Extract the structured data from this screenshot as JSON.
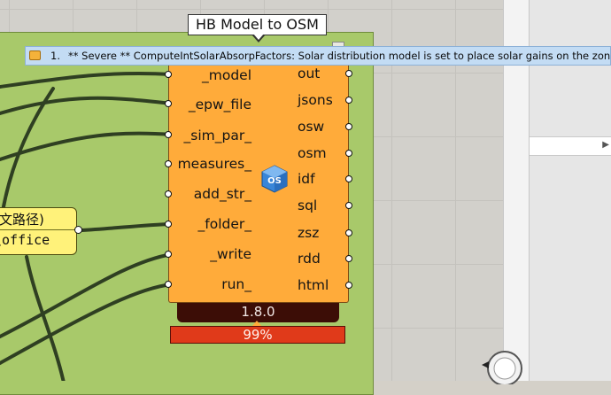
{
  "component": {
    "tooltip_title": "HB Model to OSM",
    "inputs": [
      "_model",
      "_epw_file",
      "_sim_par_",
      "measures_",
      "add_str_",
      "_folder_",
      "_write",
      "run_"
    ],
    "outputs": [
      "out",
      "jsons",
      "osw",
      "osm",
      "idf",
      "sql",
      "zsz",
      "rdd",
      "html"
    ],
    "version": "1.8.0",
    "progress_label": "99%",
    "progress_value": 0.99,
    "icon": "openstudio-icon"
  },
  "warning": {
    "number": "1.",
    "text": "** Severe  ** ComputeIntSolarAbsorpFactors: Solar distribution model is set to place solar gains on the zone floor,",
    "icon": "warning-icon"
  },
  "panel": {
    "title": "文路径)",
    "value": "\\office"
  },
  "colors": {
    "component_fill": "#ffab3a",
    "group_fill": "#a8c96a",
    "warning_fill": "#c3dcf4",
    "panel_fill": "#fff27a",
    "version_fill": "#3c0d06",
    "progress_fill": "#e03a1a"
  }
}
